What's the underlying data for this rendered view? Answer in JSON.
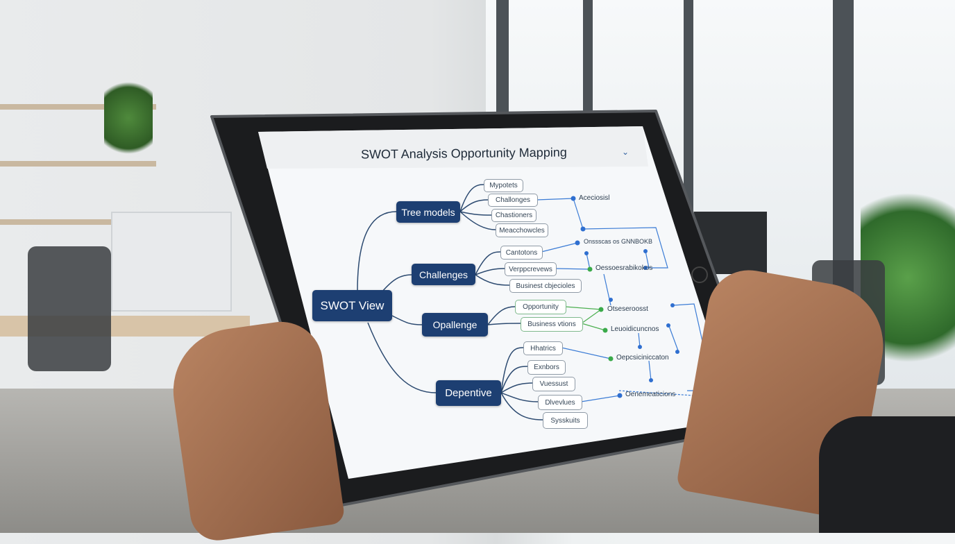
{
  "app": {
    "title": "SWOT Analysis Opportunity Mapping",
    "menu_icon": "chevron-down-icon"
  },
  "diagram": {
    "root": "SWOT View",
    "branches": [
      {
        "label": "Tree models",
        "leaves": [
          "Mypotets",
          "Challonges",
          "Chastioners",
          "Meacchowcles"
        ]
      },
      {
        "label": "Challenges",
        "leaves": [
          "Cantotons",
          "Verppcrevews",
          "Businest cbjecioles"
        ]
      },
      {
        "label": "Opallenge",
        "leaves": [
          "Opportunity",
          "Business vtions"
        ]
      },
      {
        "label": "Depentive",
        "leaves": [
          "Hhatrics",
          "Exnbors",
          "Vuessust",
          "Dlvevlues",
          "Sysskuits"
        ]
      }
    ],
    "outcomes": [
      "Aceciosisl",
      "Onssscas os GNNBOKB",
      "Oessoesrabikokos",
      "Otseseroosst",
      "Leuoidicuncnos",
      "Oepcsiciniccaton",
      "Oenemeaticions"
    ],
    "colors": {
      "node": "#1d3f72",
      "link_blue": "#3a7bd5",
      "link_green": "#4caf50"
    }
  }
}
